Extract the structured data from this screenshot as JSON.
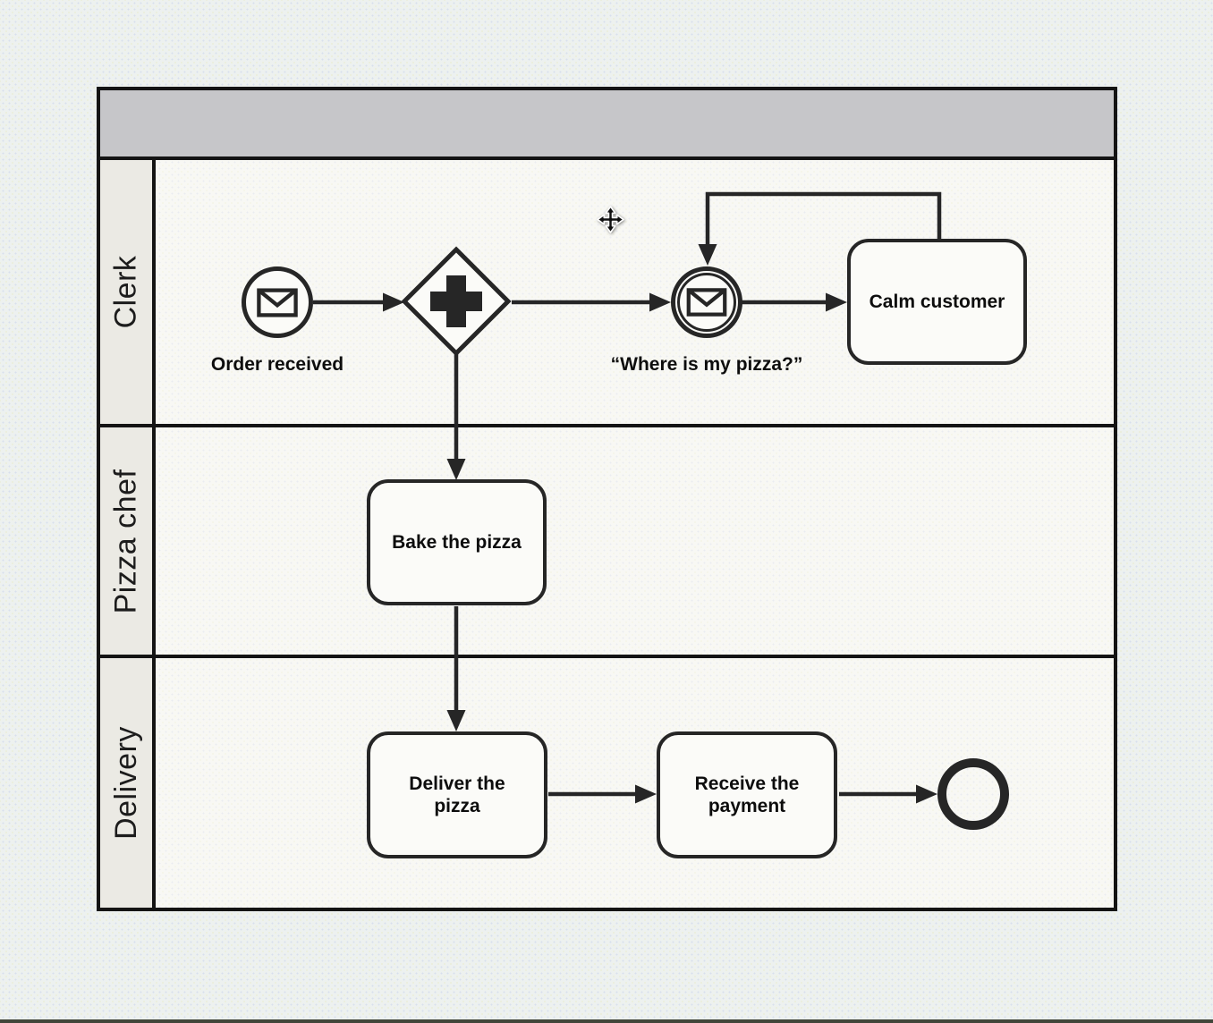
{
  "diagram": {
    "type": "bpmn-swimlane-process",
    "pool": {
      "header_has_text": false,
      "lanes": [
        {
          "label": "Clerk"
        },
        {
          "label": "Pizza chef"
        },
        {
          "label": "Delivery"
        }
      ]
    },
    "nodes": {
      "start_event": {
        "kind": "message-start-event",
        "icon": "envelope-icon",
        "label": "Order received"
      },
      "gateway": {
        "kind": "parallel-gateway",
        "icon": "plus-icon"
      },
      "message_catch_event": {
        "kind": "intermediate-message-catch-event",
        "icon": "envelope-icon",
        "label": "“Where is my pizza?”"
      },
      "task_calm_customer": {
        "label": "Calm customer"
      },
      "task_bake_pizza": {
        "label": "Bake the pizza"
      },
      "task_deliver_pizza": {
        "label": "Deliver the pizza"
      },
      "task_receive_payment": {
        "label": "Receive the payment"
      },
      "end_event": {
        "kind": "end-event"
      }
    },
    "flows": [
      "start_event -> gateway",
      "gateway -> message_catch_event",
      "gateway -> task_bake_pizza",
      "message_catch_event -> task_calm_customer",
      "task_calm_customer -> message_catch_event (loop back)",
      "task_bake_pizza -> task_deliver_pizza",
      "task_deliver_pizza -> task_receive_payment",
      "task_receive_payment -> end_event"
    ],
    "cursor": {
      "type": "move-cursor"
    },
    "colors": {
      "outer_background": "#edf1ef",
      "pool_background": "#f8f8f4",
      "pool_header": "#c6c6c9",
      "lane_label_background": "#ebeae4",
      "line": "#262626",
      "border": "#141414",
      "bottom_edge": "#41463a"
    }
  }
}
